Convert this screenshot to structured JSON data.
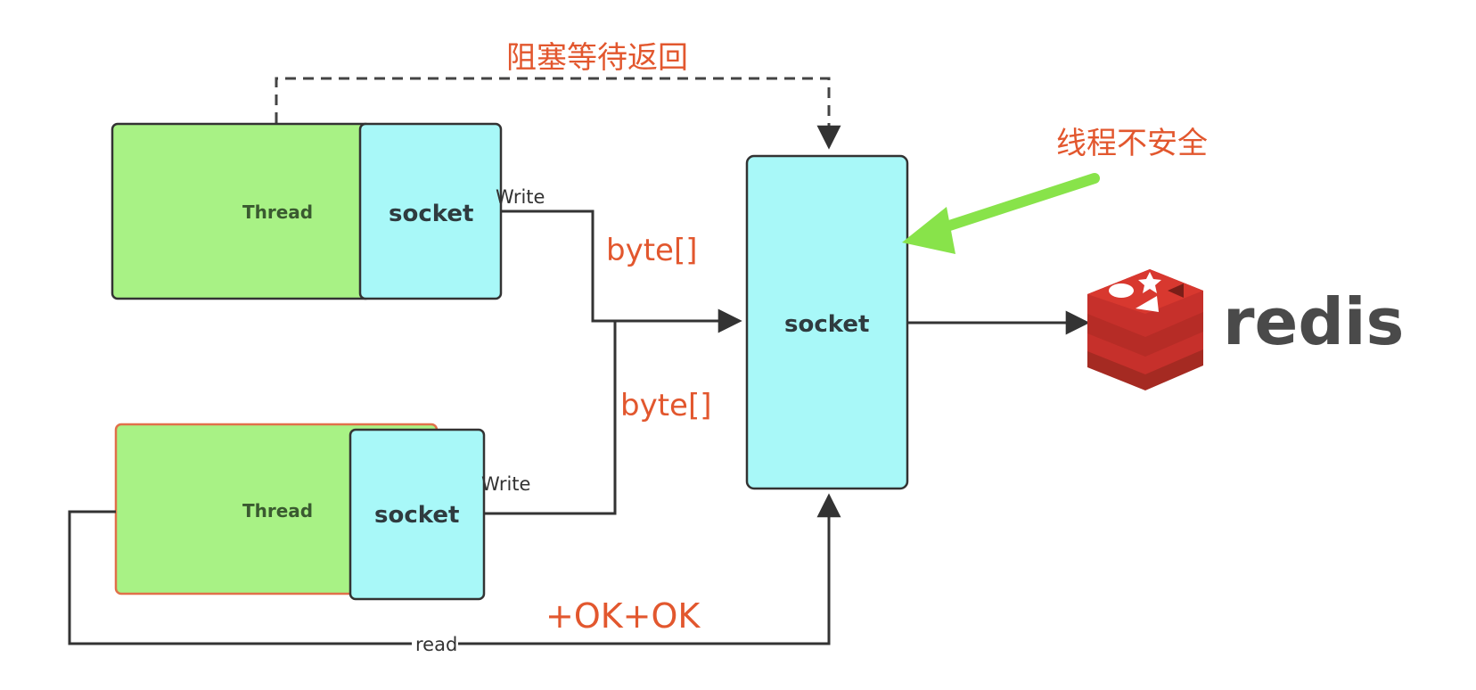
{
  "diagram": {
    "title_annotation": "阻塞等待返回",
    "warning_annotation": "线程不安全",
    "thread_top": {
      "thread_label": "Thread",
      "socket_label": "socket",
      "edge_label": "Write",
      "payload_label": "byte[]"
    },
    "thread_bottom": {
      "thread_label": "Thread",
      "socket_label": "socket",
      "edge_label": "Write",
      "payload_label": "byte[]"
    },
    "shared_socket": {
      "label": "socket"
    },
    "response_label": "+OK+OK",
    "read_label": "read",
    "redis": {
      "label": "redis"
    },
    "colors": {
      "thread_fill": "#a8f285",
      "socket_fill": "#a8f8f8",
      "annotation_red": "#e2572e",
      "arrow_green": "#88e34a",
      "redis_red": "#c6302b",
      "line": "#333333"
    }
  }
}
